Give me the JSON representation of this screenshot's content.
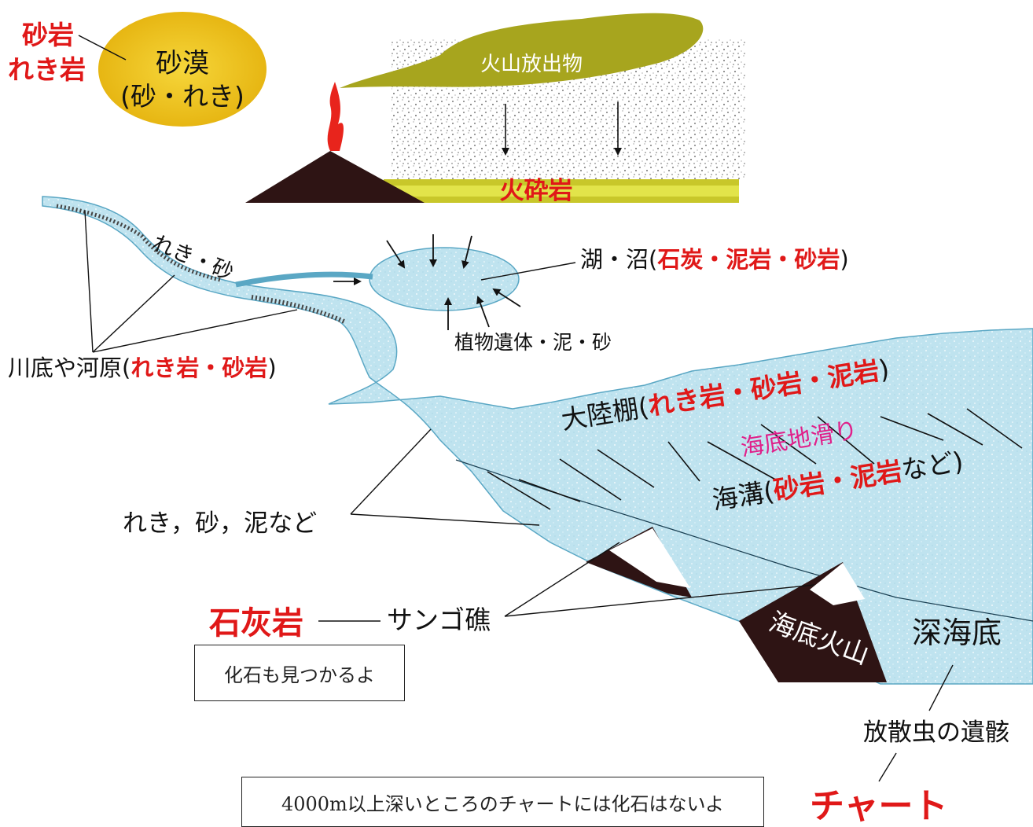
{
  "desert": {
    "title": "砂漠",
    "subtitle": "(砂・れき)",
    "rock1": "砂岩",
    "rock2": "れき岩"
  },
  "volcano": {
    "ejecta": "火山放出物",
    "rock": "火砕岩"
  },
  "river": {
    "gravel_sand": "れき・砂",
    "label_prefix": "川底や河原(",
    "rock1": "れき岩",
    "sep": "・",
    "rock2": "砂岩",
    "label_suffix": ")"
  },
  "lake": {
    "label_prefix": "湖・沼(",
    "rock1": "石炭",
    "sep1": "・",
    "rock2": "泥岩",
    "sep2": "・",
    "rock3": "砂岩",
    "label_suffix": ")",
    "deposits": "植物遺体・泥・砂"
  },
  "shelf": {
    "label_prefix": "大陸棚(",
    "rock1": "れき岩",
    "sep1": "・",
    "rock2": "砂岩",
    "sep2": "・",
    "rock3": "泥岩",
    "label_suffix": ")"
  },
  "landslide": "海底地滑り",
  "trench": {
    "label_prefix": "海溝(",
    "rock1": "砂岩",
    "sep": "・",
    "rock2": "泥岩",
    "label_suffix": "など)"
  },
  "sediments": "れき，砂，泥など",
  "reef": {
    "rock": "石灰岩",
    "name": "サンゴ礁",
    "note": "化石も見つかるよ"
  },
  "seamount": "海底火山",
  "deep_sea": {
    "name": "深海底",
    "remains": "放散虫の遺骸",
    "rock": "チャート",
    "note": "4000m以上深いところのチャートには化石はないよ"
  },
  "colors": {
    "water": "#bfe3ef",
    "water_edge": "#5aa7c4",
    "desert": "#f0c419",
    "ash_cloud": "#a7a51e",
    "volcano": "#2e1414",
    "rock_red": "#e01818",
    "landslide": "#e0208a"
  }
}
